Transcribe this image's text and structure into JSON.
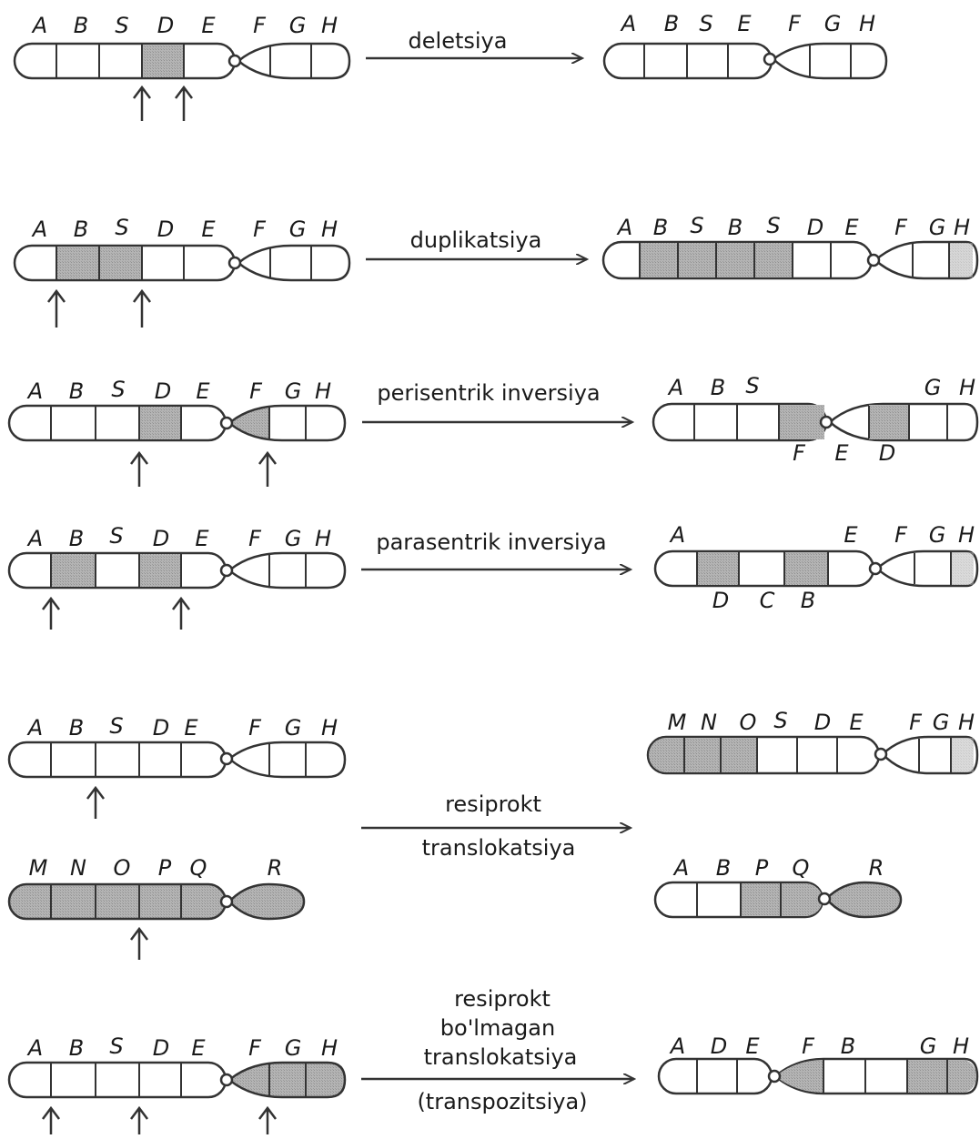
{
  "rows": [
    {
      "caption": [
        "deletsiya"
      ],
      "before": [
        {
          "genes": [
            "A",
            "B",
            "S",
            "D",
            "E",
            "F",
            "G",
            "H"
          ],
          "shaded": [
            "D"
          ]
        }
      ],
      "after": [
        {
          "genes": [
            "A",
            "B",
            "S",
            "E",
            "F",
            "G",
            "H"
          ],
          "shaded": []
        }
      ]
    },
    {
      "caption": [
        "duplikatsiya"
      ],
      "before": [
        {
          "genes": [
            "A",
            "B",
            "S",
            "D",
            "E",
            "F",
            "G",
            "H"
          ],
          "shaded": [
            "B",
            "S"
          ]
        }
      ],
      "after": [
        {
          "genes": [
            "A",
            "B",
            "S",
            "B",
            "S",
            "D",
            "E",
            "F",
            "G",
            "H"
          ],
          "shaded": [
            "B",
            "S",
            "B",
            "S"
          ]
        }
      ]
    },
    {
      "caption": [
        "perisentrik inversiya"
      ],
      "before": [
        {
          "genes": [
            "A",
            "B",
            "S",
            "D",
            "E",
            "F",
            "G",
            "H"
          ],
          "shaded": [
            "D",
            "F"
          ]
        }
      ],
      "after": [
        {
          "genes": [
            "A",
            "B",
            "S",
            "F",
            "E",
            "D",
            "G",
            "H"
          ],
          "shaded": [
            "F",
            "D"
          ],
          "bottom_labels": [
            "F",
            "E",
            "D"
          ]
        }
      ]
    },
    {
      "caption": [
        "parasentrik inversiya"
      ],
      "before": [
        {
          "genes": [
            "A",
            "B",
            "S",
            "D",
            "E",
            "F",
            "G",
            "H"
          ],
          "shaded": [
            "B",
            "D"
          ]
        }
      ],
      "after": [
        {
          "genes": [
            "A",
            "D",
            "C",
            "B",
            "E",
            "F",
            "G",
            "H"
          ],
          "shaded": [
            "D",
            "B"
          ],
          "bottom_labels": [
            "D",
            "C",
            "B"
          ]
        }
      ]
    },
    {
      "caption": [
        "resiprokt",
        "translokatsiya"
      ],
      "before": [
        {
          "genes": [
            "A",
            "B",
            "S",
            "D",
            "E",
            "F",
            "G",
            "H"
          ],
          "shaded": []
        },
        {
          "genes": [
            "M",
            "N",
            "O",
            "P",
            "Q",
            "R"
          ],
          "shaded": [
            "M",
            "N",
            "O",
            "P",
            "Q",
            "R"
          ]
        }
      ],
      "after": [
        {
          "genes": [
            "M",
            "N",
            "O",
            "S",
            "D",
            "E",
            "F",
            "G",
            "H"
          ],
          "shaded": [
            "M",
            "N",
            "O"
          ]
        },
        {
          "genes": [
            "A",
            "B",
            "P",
            "Q",
            "R"
          ],
          "shaded": [
            "P",
            "Q",
            "R"
          ]
        }
      ]
    },
    {
      "caption": [
        "resiprokt",
        "bo'lmagan",
        "translokatsiya",
        "(transpozitsiya)"
      ],
      "before": [
        {
          "genes": [
            "A",
            "B",
            "S",
            "D",
            "E",
            "F",
            "G",
            "H"
          ],
          "shaded": [
            "F",
            "G",
            "H"
          ]
        }
      ],
      "after": [
        {
          "genes": [
            "A",
            "D",
            "E",
            "F",
            "B",
            "G",
            "H"
          ],
          "shaded": [
            "F",
            "G",
            "H"
          ]
        }
      ]
    }
  ]
}
